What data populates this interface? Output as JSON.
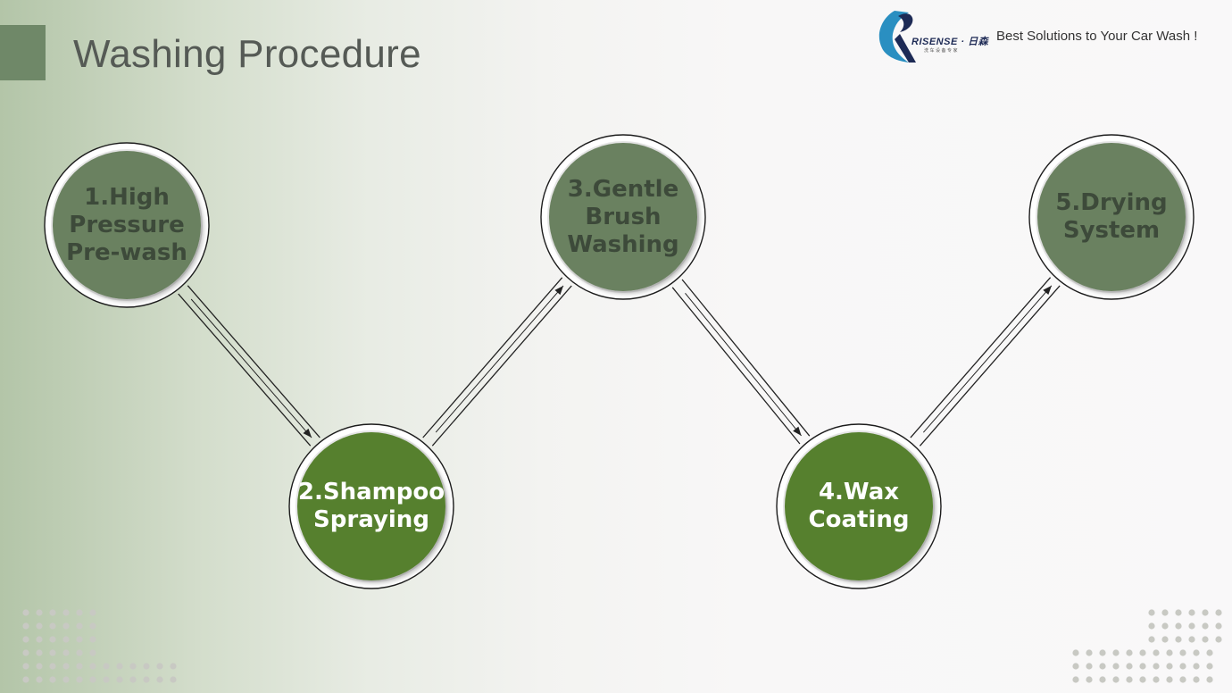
{
  "header": {
    "title": "Washing Procedure",
    "brand_name": "RISENSE · 日森",
    "brand_sub": "洗车设备专家",
    "tagline": "Best Solutions to Your Car Wash !"
  },
  "steps": [
    {
      "label": "1.High Pressure Pre-wash",
      "lines": [
        "1.High",
        "Pressure",
        "Pre-wash"
      ]
    },
    {
      "label": "2.Shampoo Spraying",
      "lines": [
        "2.Shampoo",
        "Spraying"
      ]
    },
    {
      "label": "3.Gentle Brush Washing",
      "lines": [
        "3.Gentle",
        "Brush",
        "Washing"
      ]
    },
    {
      "label": "4.Wax Coating",
      "lines": [
        "4.Wax",
        "Coating"
      ]
    },
    {
      "label": "5.Drying System",
      "lines": [
        "5.Drying",
        "System"
      ]
    }
  ],
  "colors": {
    "muted_fill": "#6b8160",
    "muted_text": "#3d4a3a",
    "active_fill": "#56802f",
    "active_text": "#ffffff",
    "accent": "#6f8868",
    "connector": "#222222",
    "dots": "#c8c9c3"
  },
  "icons": {
    "logo": "risense-logo",
    "arrow": "arrowhead-icon"
  }
}
